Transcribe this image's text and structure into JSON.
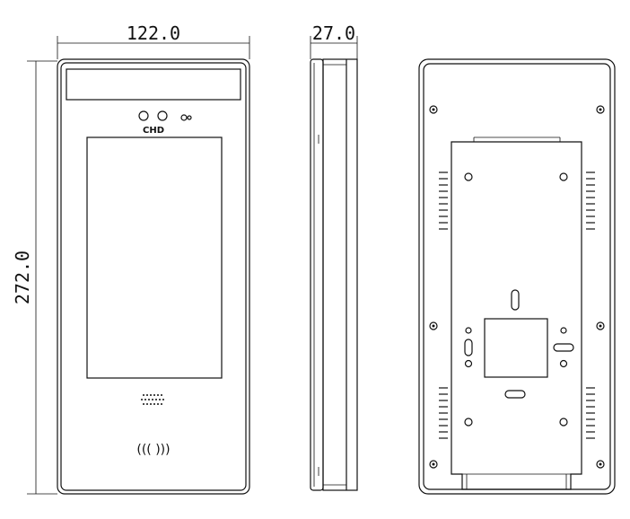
{
  "dimensions": {
    "width_label": "122.0",
    "depth_label": "27.0",
    "height_label": "272.0"
  },
  "front_view": {
    "logo_text": "CHD",
    "nfc_symbol": "((( )))"
  },
  "colors": {
    "line": "#111111",
    "background": "#ffffff"
  }
}
